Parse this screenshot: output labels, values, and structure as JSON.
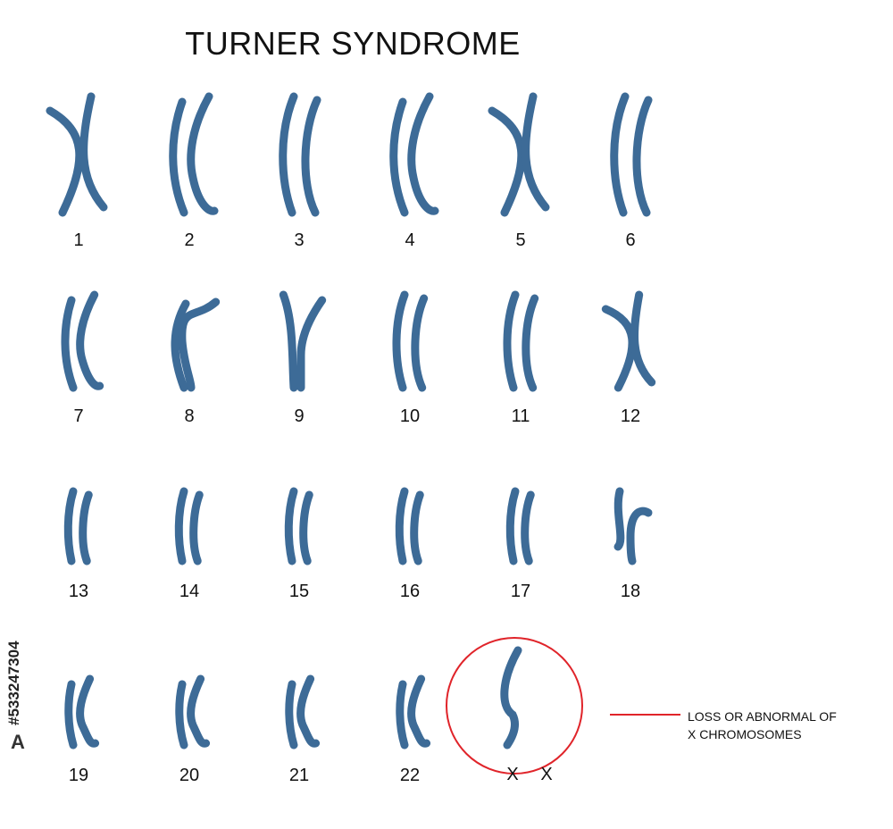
{
  "title": "TURNER SYNDROME",
  "colors": {
    "chromosome": "#3d6b97",
    "highlight_ring": "#e0242a",
    "text": "#111111"
  },
  "chromosome_labels": [
    "1",
    "2",
    "3",
    "4",
    "5",
    "6",
    "7",
    "8",
    "9",
    "10",
    "11",
    "12",
    "13",
    "14",
    "15",
    "16",
    "17",
    "18",
    "19",
    "20",
    "21",
    "22"
  ],
  "sex_chromosome_labels": [
    "X",
    "X"
  ],
  "annotation": {
    "line1": "LOSS OR ABNORMAL OF",
    "line2": "X CHROMOSOMES"
  },
  "watermark": {
    "stock_id": "#533247304"
  }
}
